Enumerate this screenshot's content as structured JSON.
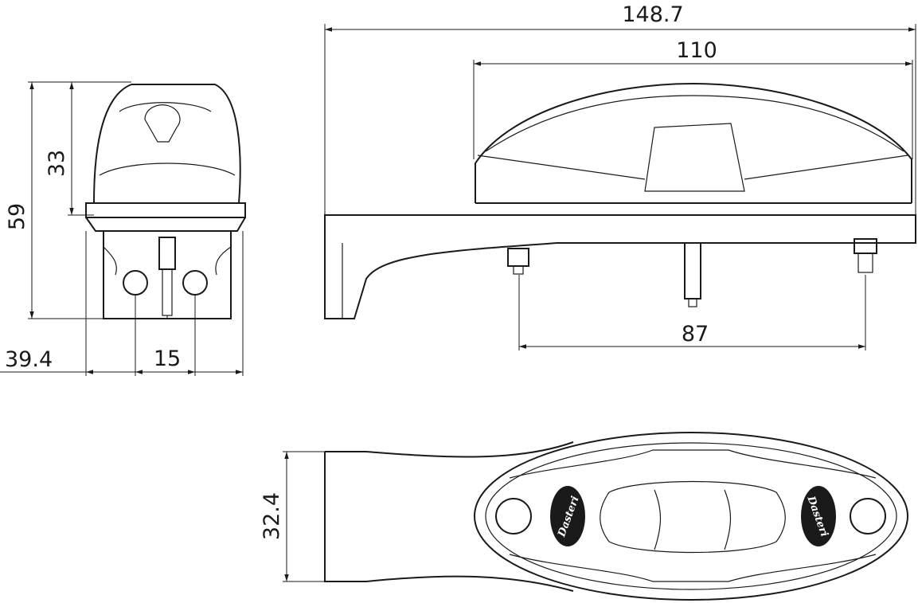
{
  "dimensions": {
    "overall_length": "148.7",
    "lamp_length": "110",
    "stud_spacing": "87",
    "total_height": "59",
    "lamp_height": "33",
    "base_width": "39.4",
    "hole_spacing": "15",
    "top_width": "32.4"
  },
  "branding": {
    "logo_left": "Dasteri",
    "logo_right": "Dasteri"
  }
}
